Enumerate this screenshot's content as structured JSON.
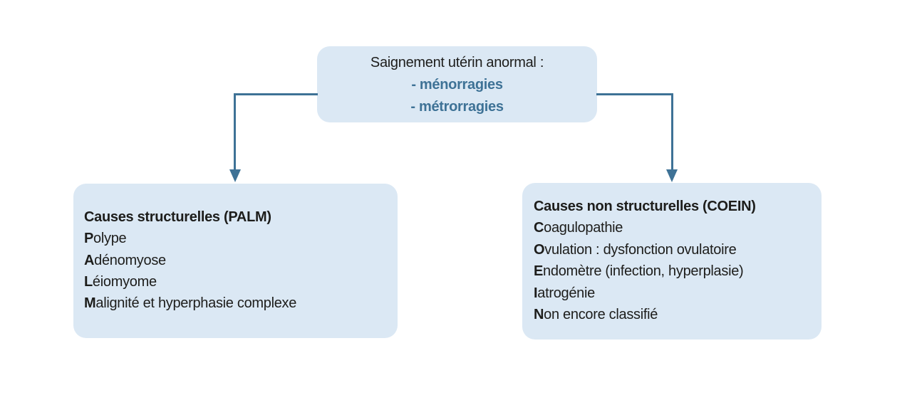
{
  "colors": {
    "page_bg": "#ffffff",
    "box_bg": "#dbe8f4",
    "accent": "#3e7296",
    "text": "#1d1d1b"
  },
  "root_box": {
    "title": "Saignement utérin anormal :",
    "items": [
      "- ménorragies",
      "- métrorragies"
    ]
  },
  "left_box": {
    "title": "Causes structurelles (PALM)",
    "items": [
      {
        "lead": "P",
        "rest": "olype"
      },
      {
        "lead": "A",
        "rest": "dénomyose"
      },
      {
        "lead": "L",
        "rest": "éiomyome"
      },
      {
        "lead": "M",
        "rest": "alignité et hyperphasie complexe"
      }
    ]
  },
  "right_box": {
    "title": "Causes non structurelles (COEIN)",
    "items": [
      {
        "lead": "C",
        "rest": "oagulopathie"
      },
      {
        "lead": "O",
        "rest": "vulation : dysfonction ovulatoire"
      },
      {
        "lead": "E",
        "rest": "ndomètre (infection, hyperplasie)"
      },
      {
        "lead": "I",
        "rest": "atrogénie"
      },
      {
        "lead": "N",
        "rest": "on encore classifié"
      }
    ]
  }
}
